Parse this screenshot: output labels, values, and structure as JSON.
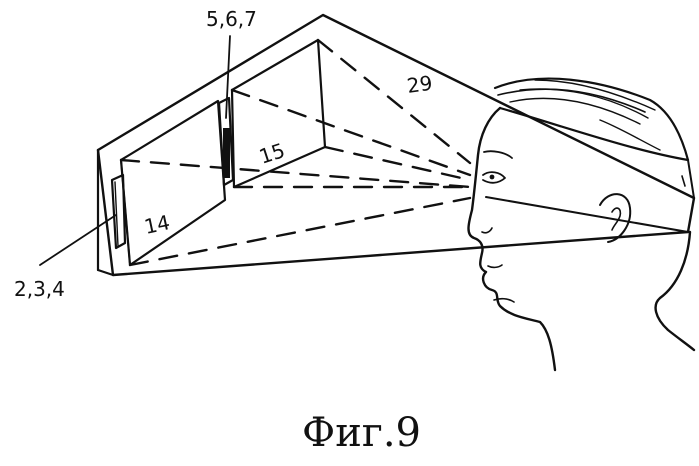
{
  "labels": {
    "left_device": "2,3,4",
    "top_device": "5,6,7",
    "near_screen": "14",
    "far_screen": "15",
    "housing": "29"
  },
  "caption": "Фиг.9"
}
